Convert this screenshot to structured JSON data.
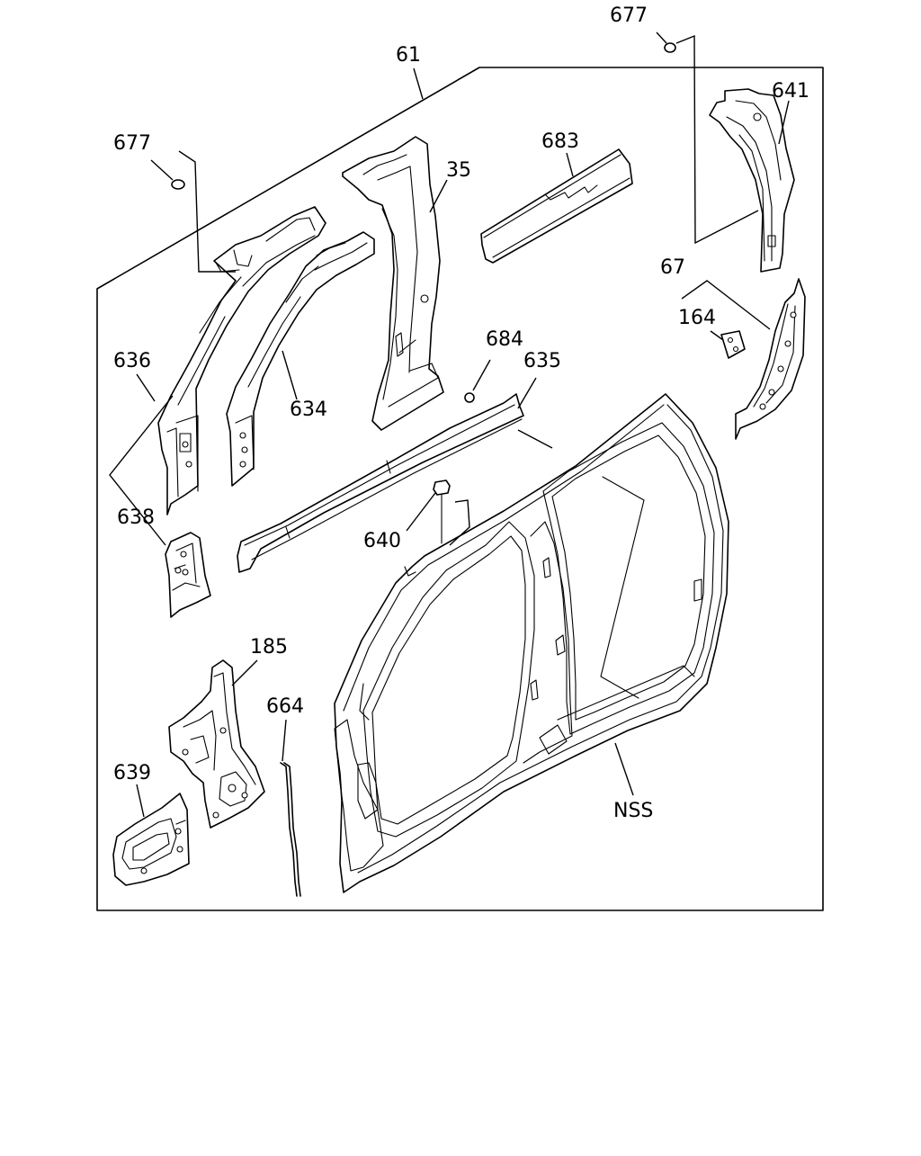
{
  "labels": {
    "l61": "61",
    "l677a": "677",
    "l677b": "677",
    "l35": "35",
    "l683": "683",
    "l641": "641",
    "l67": "67",
    "l164": "164",
    "l636": "636",
    "l634": "634",
    "l684": "684",
    "l635": "635",
    "l638": "638",
    "l640": "640",
    "l185": "185",
    "l664": "664",
    "l639": "639",
    "lnss": "NSS"
  }
}
